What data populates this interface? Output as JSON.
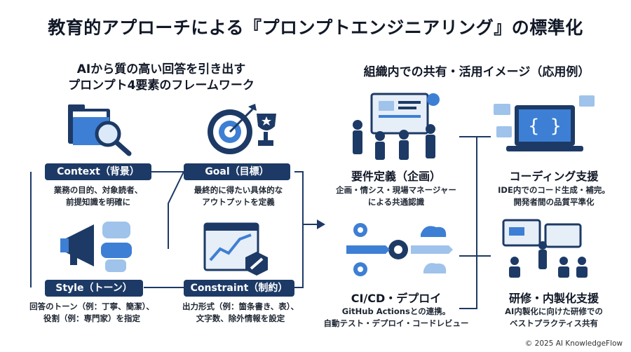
{
  "title": "教育的アプローチによる『プロンプトエンジニアリング』の標準化",
  "left_section": {
    "subtitle_line1": "AIから質の高い回答を引き出す",
    "subtitle_line2": "プロンプト4要素のフレームワーク",
    "elements": [
      {
        "label": "Context（背景）",
        "desc_line1": "業務の目的、対象読者、",
        "desc_line2": "前提知識を明確に"
      },
      {
        "label": "Goal（目標）",
        "desc_line1": "最終的に得たい具体的な",
        "desc_line2": "アウトプットを定義"
      },
      {
        "label": "Style（トーン）",
        "desc_line1": "回答のトーン（例：丁寧、簡潔）、",
        "desc_line2": "役割（例：専門家）を指定"
      },
      {
        "label": "Constraint（制約）",
        "desc_line1": "出力形式（例：箇条書き、表）、",
        "desc_line2": "文字数、除外情報を設定"
      }
    ]
  },
  "right_section": {
    "subtitle": "組織内での共有・活用イメージ（応用例）",
    "items": [
      {
        "header": "要件定義（企画）",
        "desc_line1": "企画・情シス・現場マネージャー",
        "desc_line2": "による共通認識"
      },
      {
        "header": "コーディング支援",
        "desc_line1": "IDE内でのコード生成・補完。",
        "desc_line2": "開発者間の品質平準化"
      },
      {
        "header": "CI/CD・デプロイ",
        "desc_line1": "GitHub Actionsとの連携。",
        "desc_line2": "自動テスト・デプロイ・コードレビュー"
      },
      {
        "header": "研修・内製化支援",
        "desc_line1": "AI内製化に向けた研修での",
        "desc_line2": "ベストプラクティス共有"
      }
    ]
  },
  "copyright": "© 2025 AI KnowledgeFlow",
  "colors": {
    "navy": "#1d3a66",
    "accent_blue": "#3d7fd4",
    "light_blue": "#9fc3ea"
  }
}
